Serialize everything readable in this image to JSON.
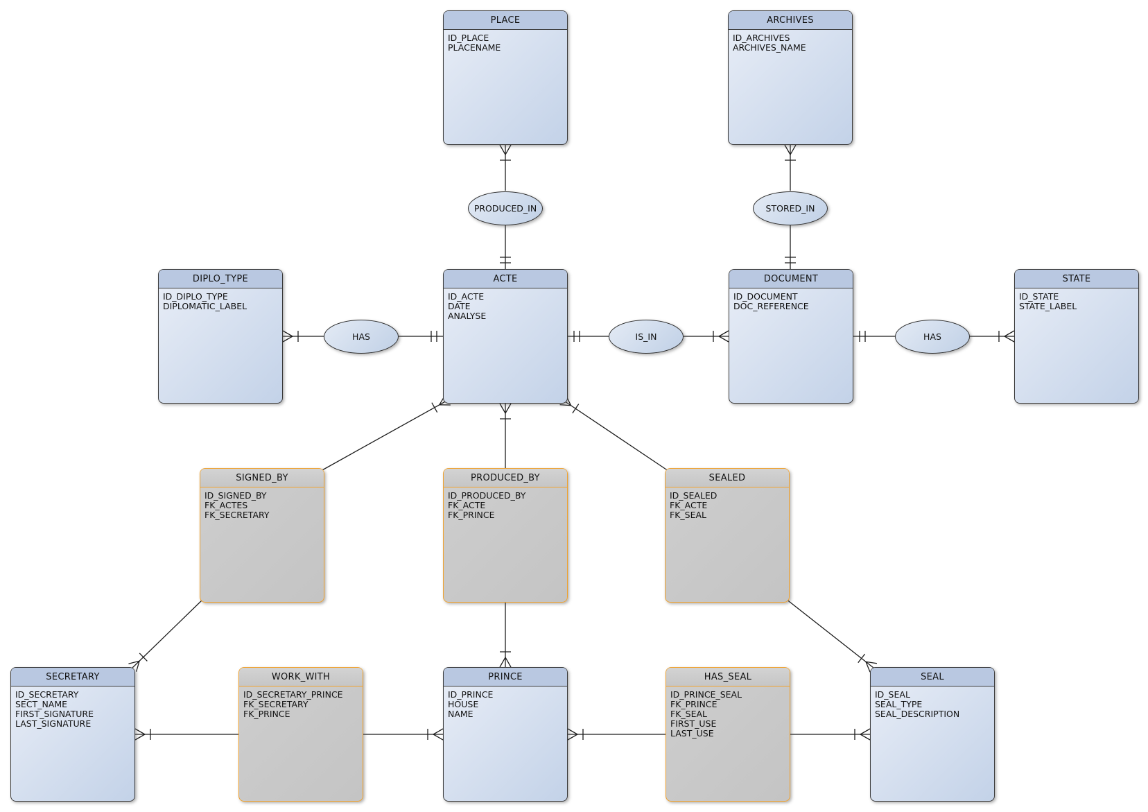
{
  "diagram": {
    "entities": {
      "place": {
        "title": "PLACE",
        "attributes": [
          "ID_PLACE",
          "PLACENAME"
        ]
      },
      "archives": {
        "title": "ARCHIVES",
        "attributes": [
          "ID_ARCHIVES",
          "ARCHIVES_NAME"
        ]
      },
      "diplo_type": {
        "title": "DIPLO_TYPE",
        "attributes": [
          "ID_DIPLO_TYPE",
          "DIPLOMATIC_LABEL"
        ]
      },
      "acte": {
        "title": "ACTE",
        "attributes": [
          "ID_ACTE",
          "DATE",
          "ANALYSE"
        ]
      },
      "document": {
        "title": "DOCUMENT",
        "attributes": [
          "ID_DOCUMENT",
          "DOC_REFERENCE"
        ]
      },
      "state": {
        "title": "STATE",
        "attributes": [
          "ID_STATE",
          "STATE_LABEL"
        ]
      },
      "signed_by": {
        "title": "SIGNED_BY",
        "attributes": [
          "ID_SIGNED_BY",
          "FK_ACTES",
          "FK_SECRETARY"
        ]
      },
      "produced_by": {
        "title": "PRODUCED_BY",
        "attributes": [
          "ID_PRODUCED_BY",
          "FK_ACTE",
          "FK_PRINCE"
        ]
      },
      "sealed": {
        "title": "SEALED",
        "attributes": [
          "ID_SEALED",
          "FK_ACTE",
          "FK_SEAL"
        ]
      },
      "secretary": {
        "title": "SECRETARY",
        "attributes": [
          "ID_SECRETARY",
          "SECT_NAME",
          "FIRST_SIGNATURE",
          "LAST_SIGNATURE"
        ]
      },
      "work_with": {
        "title": "WORK_WITH",
        "attributes": [
          "ID_SECRETARY_PRINCE",
          "FK_SECRETARY",
          "FK_PRINCE"
        ]
      },
      "prince": {
        "title": "PRINCE",
        "attributes": [
          "ID_PRINCE",
          "HOUSE",
          "NAME"
        ]
      },
      "has_seal": {
        "title": "HAS_SEAL",
        "attributes": [
          "ID_PRINCE_SEAL",
          "FK_PRINCE",
          "FK_SEAL",
          "FIRST_USE",
          "LAST_USE"
        ]
      },
      "seal": {
        "title": "SEAL",
        "attributes": [
          "ID_SEAL",
          "SEAL_TYPE",
          "SEAL_DESCRIPTION"
        ]
      }
    },
    "relationships": {
      "produced_in": {
        "label": "PRODUCED_IN"
      },
      "stored_in": {
        "label": "STORED_IN"
      },
      "has_left": {
        "label": "HAS"
      },
      "is_in": {
        "label": "IS_IN"
      },
      "has_right": {
        "label": "HAS"
      }
    },
    "colors": {
      "entity_header": "#b9c8e1",
      "entity_body_light": "#e9eef7",
      "entity_body_dark": "#c3d2e8",
      "entity_border": "#3a3a3a",
      "junction_border": "#f0a22e",
      "junction_fill": "#c4c4c4",
      "connector": "#1c1c1c"
    }
  }
}
